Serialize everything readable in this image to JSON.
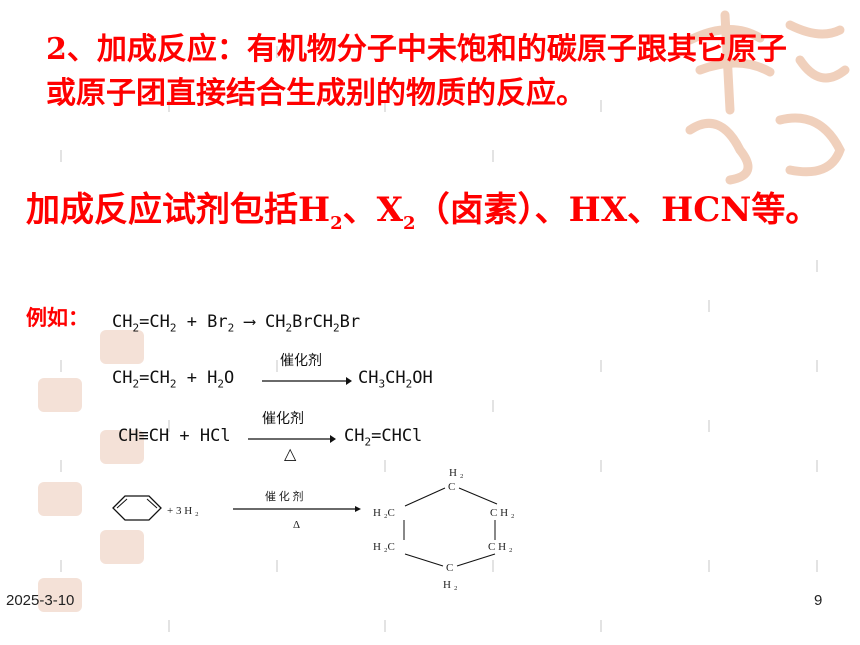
{
  "paragraph": {
    "prefix": "2、加成反应：",
    "body": "有机物分子中未饱和的碳原子跟其它原子或原子团直接结合生成别的物质的反应。"
  },
  "reagents": {
    "lead": "加成反应试剂包括H",
    "sub1": "2",
    "mid1": "、X",
    "sub2": "2",
    "tail": "（卤素）、HX、HCN等。"
  },
  "example_label": "例如：",
  "equations": [
    {
      "left": "CH",
      "l1": "2",
      "m1": "=CH",
      "l2": "2",
      "m2": " + Br",
      "l3": "2",
      "arrow": " ⟶ ",
      "r": "CH",
      "r1": "2",
      "r2": "BrCH",
      "r3": "2",
      "r4": "Br"
    },
    {
      "catalyst": "催化剂"
    },
    {
      "catalyst": "催化剂",
      "heat": "△"
    }
  ],
  "eq2": {
    "text_a": "CH",
    "s1": "2",
    "text_b": "=CH",
    "s2": "2",
    "text_c": " + H",
    "s3": "2",
    "text_d": "O",
    "product_a": "CH",
    "ps1": "3",
    "product_b": "CH",
    "ps2": "2",
    "product_c": "OH"
  },
  "eq3": {
    "text_a": "CH≡CH + HCl",
    "product_a": "CH",
    "ps1": "2",
    "product_b": "=CHCl"
  },
  "benzene": {
    "reagent": "+ 3 H ₂",
    "catalyst": "催 化 剂",
    "heat": "Δ",
    "atoms": {
      "top_h": "H ₂",
      "top_c": "C",
      "left_top": "H ₂C",
      "right_top": "C H ₂",
      "left_bottom": "H ₂C",
      "right_bottom": "C H ₂",
      "bottom_c": "C",
      "bottom_h": "H ₂"
    }
  },
  "footer": {
    "date": "2025-3-10",
    "page": "9"
  },
  "colors": {
    "accent": "#ff0000",
    "seal": "#f1d9cd"
  }
}
